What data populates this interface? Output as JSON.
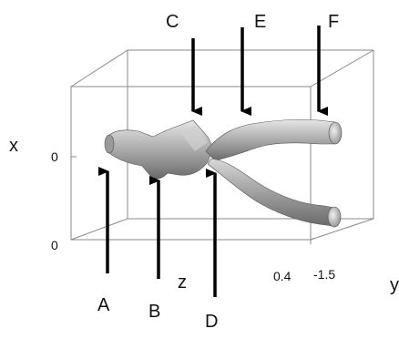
{
  "figure": {
    "arrow_labels": {
      "a": "A",
      "b": "B",
      "c": "C",
      "d": "D",
      "e": "E",
      "f": "F"
    },
    "axis_labels": {
      "x": "x",
      "y": "y",
      "z": "z"
    },
    "tick_labels": {
      "x_zero": "0",
      "z_zero": "0",
      "z_end": "0.4",
      "y_end": "-1.5"
    },
    "colors": {
      "box": "#8a8a8a",
      "tube_light": "#d9d9d9",
      "tube_mid": "#a6a6a6",
      "tube_dark": "#6f6f6f",
      "arrow": "#000000"
    }
  }
}
